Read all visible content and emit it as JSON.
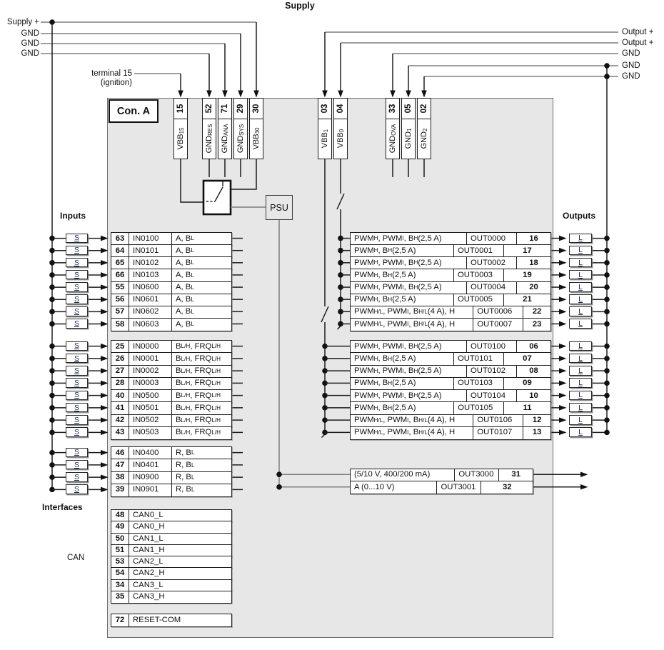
{
  "title": "Supply",
  "connector": {
    "label": "Con. A"
  },
  "labels": {
    "inputs": "Inputs",
    "outputs": "Outputs",
    "interfaces": "Interfaces",
    "can": "CAN",
    "psu": "PSU",
    "terminal15_line1": "terminal 15",
    "terminal15_line2": "(ignition)",
    "s_box": "S",
    "l_box": "L"
  },
  "left_wire_labels": [
    "Supply +",
    "GND",
    "GND",
    "GND"
  ],
  "right_wire_labels": [
    "Output +",
    "Output +",
    "GND",
    "GND",
    "GND"
  ],
  "supply_pins": [
    {
      "pin": "15",
      "name": "VBB~15~"
    },
    {
      "pin": "52",
      "name": "GND~RES~"
    },
    {
      "pin": "71",
      "name": "GND~ANA~"
    },
    {
      "pin": "29",
      "name": "GND~SYS~"
    },
    {
      "pin": "30",
      "name": "VBB~30~"
    },
    {
      "pin": "03",
      "name": "VBB~1~"
    },
    {
      "pin": "04",
      "name": "VBB~0~"
    },
    {
      "pin": "33",
      "name": "GND~OVA~"
    },
    {
      "pin": "05",
      "name": "GND~1~"
    },
    {
      "pin": "02",
      "name": "GND~2~"
    }
  ],
  "input_groups": [
    {
      "rows": [
        {
          "pin": "63",
          "name": "IN0100",
          "type": "A, B~L~"
        },
        {
          "pin": "64",
          "name": "IN0101",
          "type": "A, B~L~"
        },
        {
          "pin": "65",
          "name": "IN0102",
          "type": "A, B~L~"
        },
        {
          "pin": "66",
          "name": "IN0103",
          "type": "A, B~L~"
        },
        {
          "pin": "55",
          "name": "IN0600",
          "type": "A, B~L~"
        },
        {
          "pin": "56",
          "name": "IN0601",
          "type": "A, B~L~"
        },
        {
          "pin": "57",
          "name": "IN0602",
          "type": "A, B~L~"
        },
        {
          "pin": "58",
          "name": "IN0603",
          "type": "A, B~L~"
        }
      ]
    },
    {
      "rows": [
        {
          "pin": "25",
          "name": "IN0000",
          "type": "B~L/H~, FRQ~L/H~"
        },
        {
          "pin": "26",
          "name": "IN0001",
          "type": "B~L/H~, FRQ~L/H~"
        },
        {
          "pin": "27",
          "name": "IN0002",
          "type": "B~L/H~, FRQ~L/H~"
        },
        {
          "pin": "28",
          "name": "IN0003",
          "type": "B~L/H~, FRQ~L/H~"
        },
        {
          "pin": "40",
          "name": "IN0500",
          "type": "B~L/H~, FRQ~L/H~"
        },
        {
          "pin": "41",
          "name": "IN0501",
          "type": "B~L/H~, FRQ~L/H~"
        },
        {
          "pin": "42",
          "name": "IN0502",
          "type": "B~L/H~, FRQ~L/H~"
        },
        {
          "pin": "43",
          "name": "IN0503",
          "type": "B~L/H~, FRQ~L/H~"
        }
      ]
    },
    {
      "rows": [
        {
          "pin": "46",
          "name": "IN0400",
          "type": "R, B~L~"
        },
        {
          "pin": "47",
          "name": "IN0401",
          "type": "R, B~L~"
        },
        {
          "pin": "38",
          "name": "IN0900",
          "type": "R, B~L~"
        },
        {
          "pin": "39",
          "name": "IN0901",
          "type": "R, B~L~"
        }
      ]
    }
  ],
  "output_groups": [
    {
      "rows": [
        {
          "type": "PWM~H~, PWM~I~, B~H~ (2,5 A)",
          "name": "OUT0000",
          "pin": "16"
        },
        {
          "type": "PWM~H~, B~H~ (2,5 A)",
          "name": "OUT0001",
          "pin": "17"
        },
        {
          "type": "PWM~H~, PWM~I~, B~H~ (2,5 A)",
          "name": "OUT0002",
          "pin": "18"
        },
        {
          "type": "PWM~H~, B~H~ (2,5 A)",
          "name": "OUT0003",
          "pin": "19"
        },
        {
          "type": "PWM~H~, PWM~I~, B~H~ (2,5 A)",
          "name": "OUT0004",
          "pin": "20"
        },
        {
          "type": "PWM~H~, B~H~ (2,5 A)",
          "name": "OUT0005",
          "pin": "21"
        },
        {
          "type": "PWM~H/L~, PWM~I~, B~H/L~ (4 A), H",
          "name": "OUT0006",
          "pin": "22"
        },
        {
          "type": "PWM~H/L~, PWM~I~, B~H/L~ (4 A), H",
          "name": "OUT0007",
          "pin": "23"
        }
      ]
    },
    {
      "rows": [
        {
          "type": "PWM~H~, PWM~I~, B~H~ (2,5 A)",
          "name": "OUT0100",
          "pin": "06"
        },
        {
          "type": "PWM~H~, B~H~ (2,5 A)",
          "name": "OUT0101",
          "pin": "07"
        },
        {
          "type": "PWM~H~, PWM~I~, B~H~ (2,5 A)",
          "name": "OUT0102",
          "pin": "08"
        },
        {
          "type": "PWM~H~, B~H~ (2,5 A)",
          "name": "OUT0103",
          "pin": "09"
        },
        {
          "type": "PWM~H~, PWM~I~, B~H~ (2,5 A)",
          "name": "OUT0104",
          "pin": "10"
        },
        {
          "type": "PWM~H~, B~H~ (2,5 A)",
          "name": "OUT0105",
          "pin": "11"
        },
        {
          "type": "PWM~H/L~, PWM~I~, B~H/L~ (4 A), H",
          "name": "OUT0106",
          "pin": "12"
        },
        {
          "type": "PWM~H/L~, PWM~I~, B~H/L~ (4 A), H",
          "name": "OUT0107",
          "pin": "13"
        }
      ]
    }
  ],
  "analog_outputs": [
    {
      "type": "(5/10 V, 400/200 mA)",
      "name": "OUT3000",
      "pin": "31"
    },
    {
      "type": "A (0...10 V)",
      "name": "OUT3001",
      "pin": "32"
    }
  ],
  "can_rows": [
    {
      "pin": "48",
      "name": "CAN0_L"
    },
    {
      "pin": "49",
      "name": "CAN0_H"
    },
    {
      "pin": "50",
      "name": "CAN1_L"
    },
    {
      "pin": "51",
      "name": "CAN1_H"
    },
    {
      "pin": "53",
      "name": "CAN2_L"
    },
    {
      "pin": "54",
      "name": "CAN2_H"
    },
    {
      "pin": "34",
      "name": "CAN3_L"
    },
    {
      "pin": "35",
      "name": "CAN3_H"
    }
  ],
  "reset_row": {
    "pin": "72",
    "name": "RESET-COM"
  }
}
